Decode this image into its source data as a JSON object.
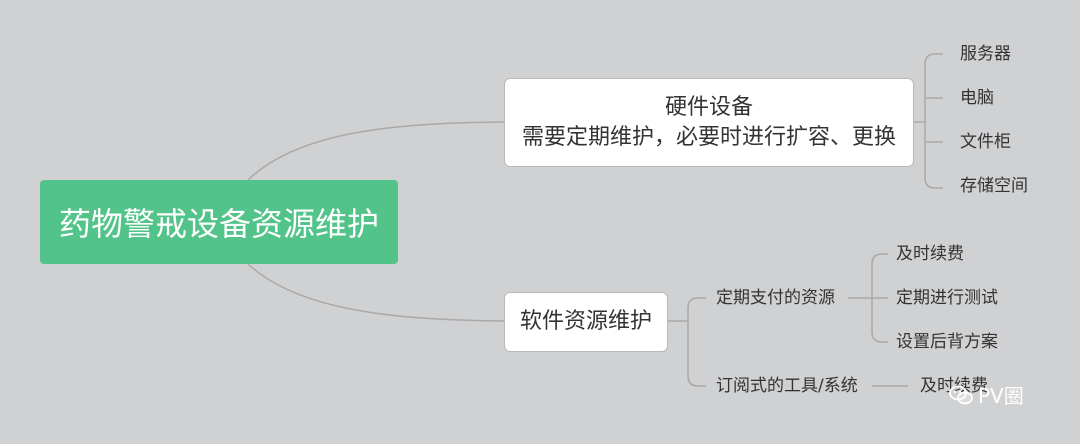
{
  "root": {
    "label": "药物警戒设备资源维护"
  },
  "hardware": {
    "title": "硬件设备",
    "subtitle": "需要定期维护，必要时进行扩容、更换",
    "items": [
      "服务器",
      "电脑",
      "文件柜",
      "存储空间"
    ]
  },
  "software": {
    "title": "软件资源维护",
    "paid": {
      "label": "定期支付的资源",
      "items": [
        "及时续费",
        "定期进行测试",
        "设置后背方案"
      ]
    },
    "subscription": {
      "label": "订阅式的工具/系统",
      "items": [
        "及时续费"
      ]
    }
  },
  "watermark": {
    "text": "PV圈"
  },
  "colors": {
    "background": "#d0d1d3",
    "root": "#52c48a",
    "line": "#a9a9a9"
  }
}
